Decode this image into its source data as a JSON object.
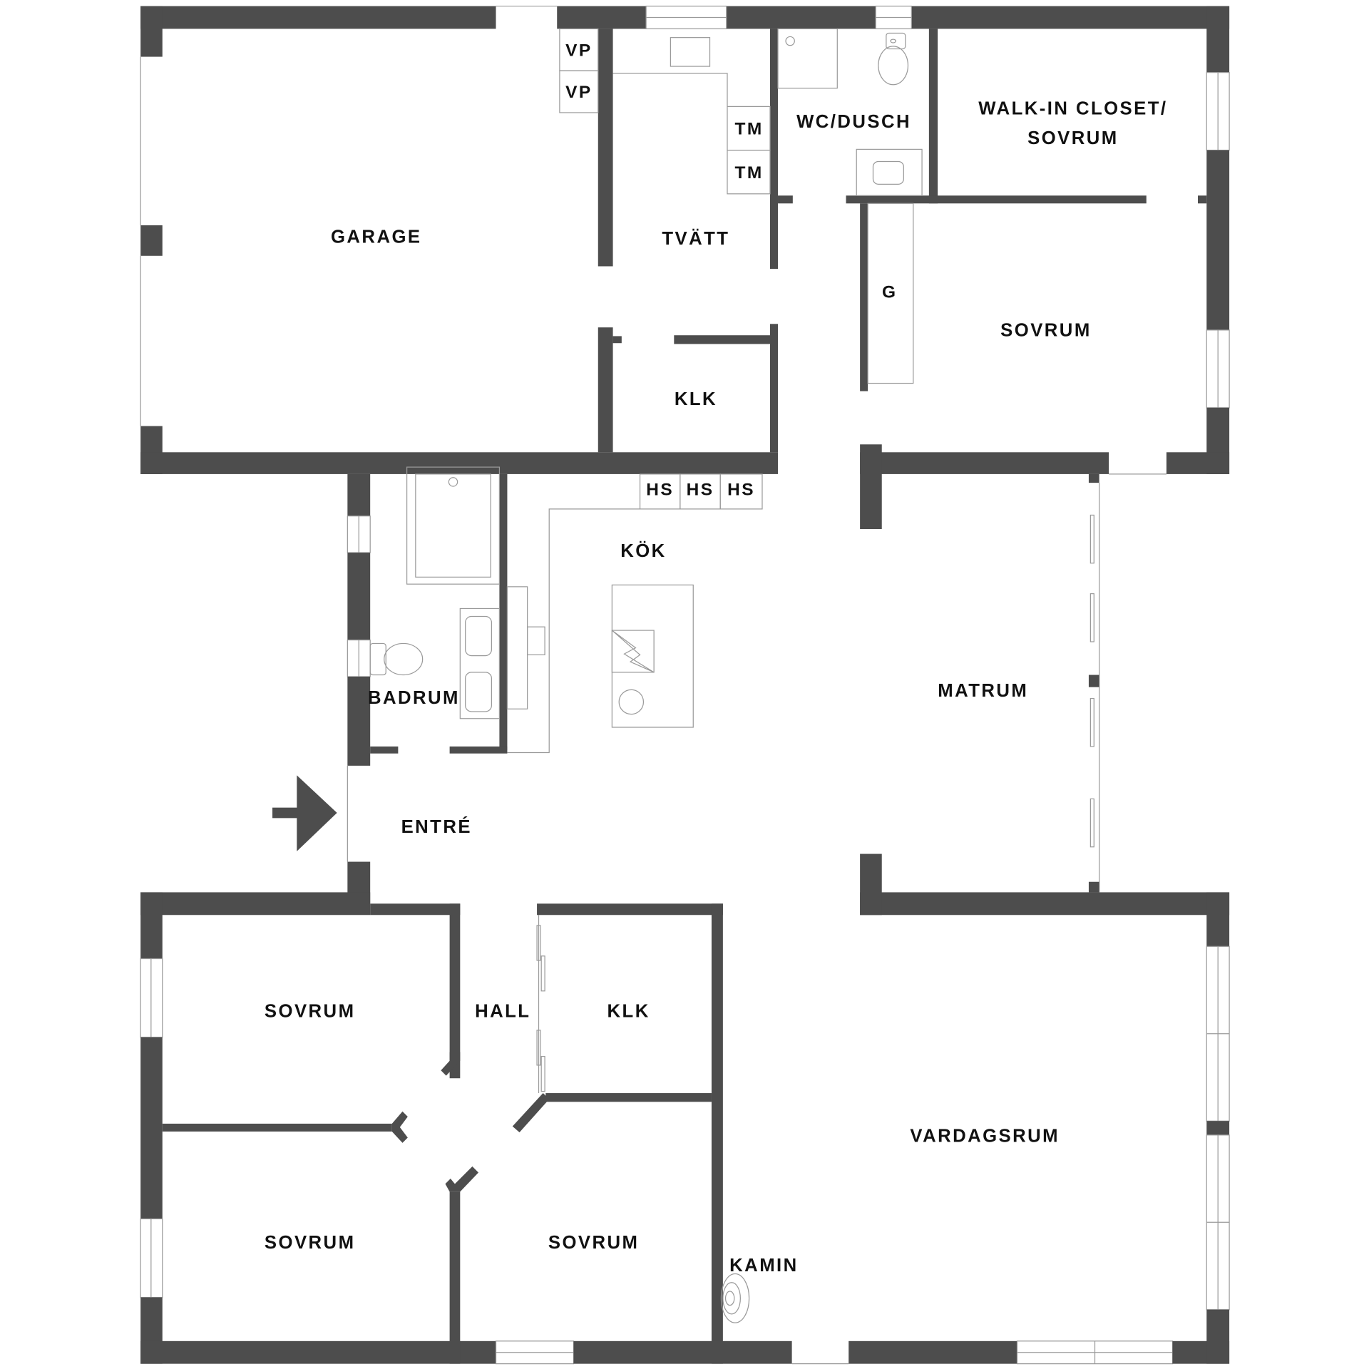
{
  "plan": {
    "type": "floor plan",
    "wall_color": "#4d4d4d",
    "background": "#ffffff",
    "rooms": {
      "garage": "GARAGE",
      "tvatt": "TVÄTT",
      "wc_dusch": "WC/DUSCH",
      "walkin_line1": "WALK-IN CLOSET/",
      "walkin_line2": "SOVRUM",
      "sovrum_ne": "SOVRUM",
      "klk_upper": "KLK",
      "kok": "KÖK",
      "badrum": "BADRUM",
      "matrum": "MATRUM",
      "entre": "ENTRÉ",
      "hall": "HALL",
      "klk_lower": "KLK",
      "sovrum_w1": "SOVRUM",
      "sovrum_w2": "SOVRUM",
      "sovrum_s": "SOVRUM",
      "vardagsrum": "VARDAGSRUM",
      "kamin": "KAMIN"
    },
    "fixtures": {
      "vp": [
        "VP",
        "VP"
      ],
      "tm": [
        "TM",
        "TM"
      ],
      "hs": [
        "HS",
        "HS",
        "HS"
      ],
      "g": "G"
    },
    "entrance_arrow": "entrance-arrow"
  }
}
